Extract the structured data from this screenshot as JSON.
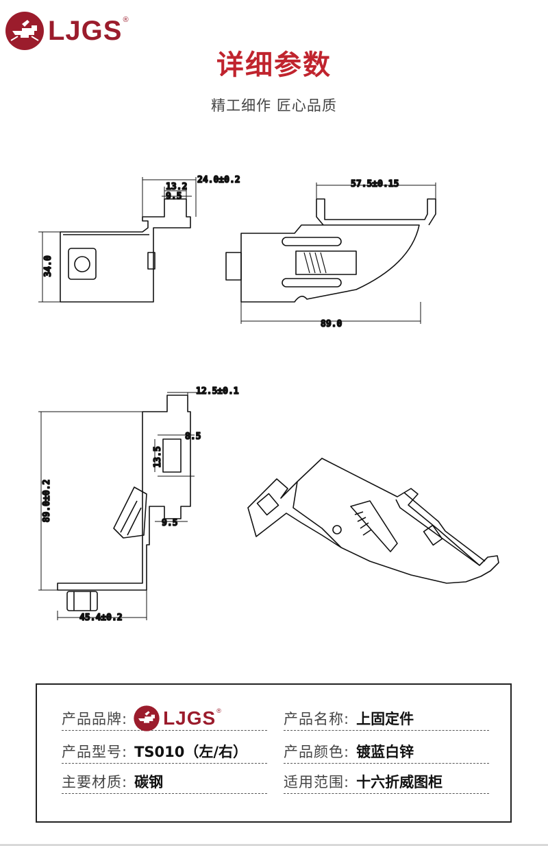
{
  "brand": {
    "name": "LJGS",
    "reg": "®",
    "color": "#9b1c2c"
  },
  "header": {
    "title": "详细参数",
    "subtitle": "精工细作 匠心品质"
  },
  "dimensions": {
    "top_left_width": "24.0±0.2",
    "top_left_inner": "13.2",
    "top_left_tab": "9.5",
    "top_left_height": "34.0",
    "top_right_width": "57.5±0.15",
    "top_right_length": "89.0",
    "bottom_left_tab": "12.5±0.1",
    "bottom_left_slot_w": "8.5",
    "bottom_left_slot_h": "13.5",
    "bottom_left_height": "89.0±0.2",
    "bottom_left_tab2": "9.5",
    "bottom_left_base": "45.4±0.2"
  },
  "specs": {
    "brand_label": "产品品牌:",
    "name_label": "产品名称:",
    "name_value": "上固定件",
    "model_label": "产品型号:",
    "model_value": "TS010（左/右）",
    "color_label": "产品颜色:",
    "color_value": "镀蓝白锌",
    "material_label": "主要材质:",
    "material_value": "碳钢",
    "scope_label": "适用范围:",
    "scope_value": "十六折威图柜"
  },
  "icons": {
    "brand_mark": "anvil-hammer-icon"
  }
}
